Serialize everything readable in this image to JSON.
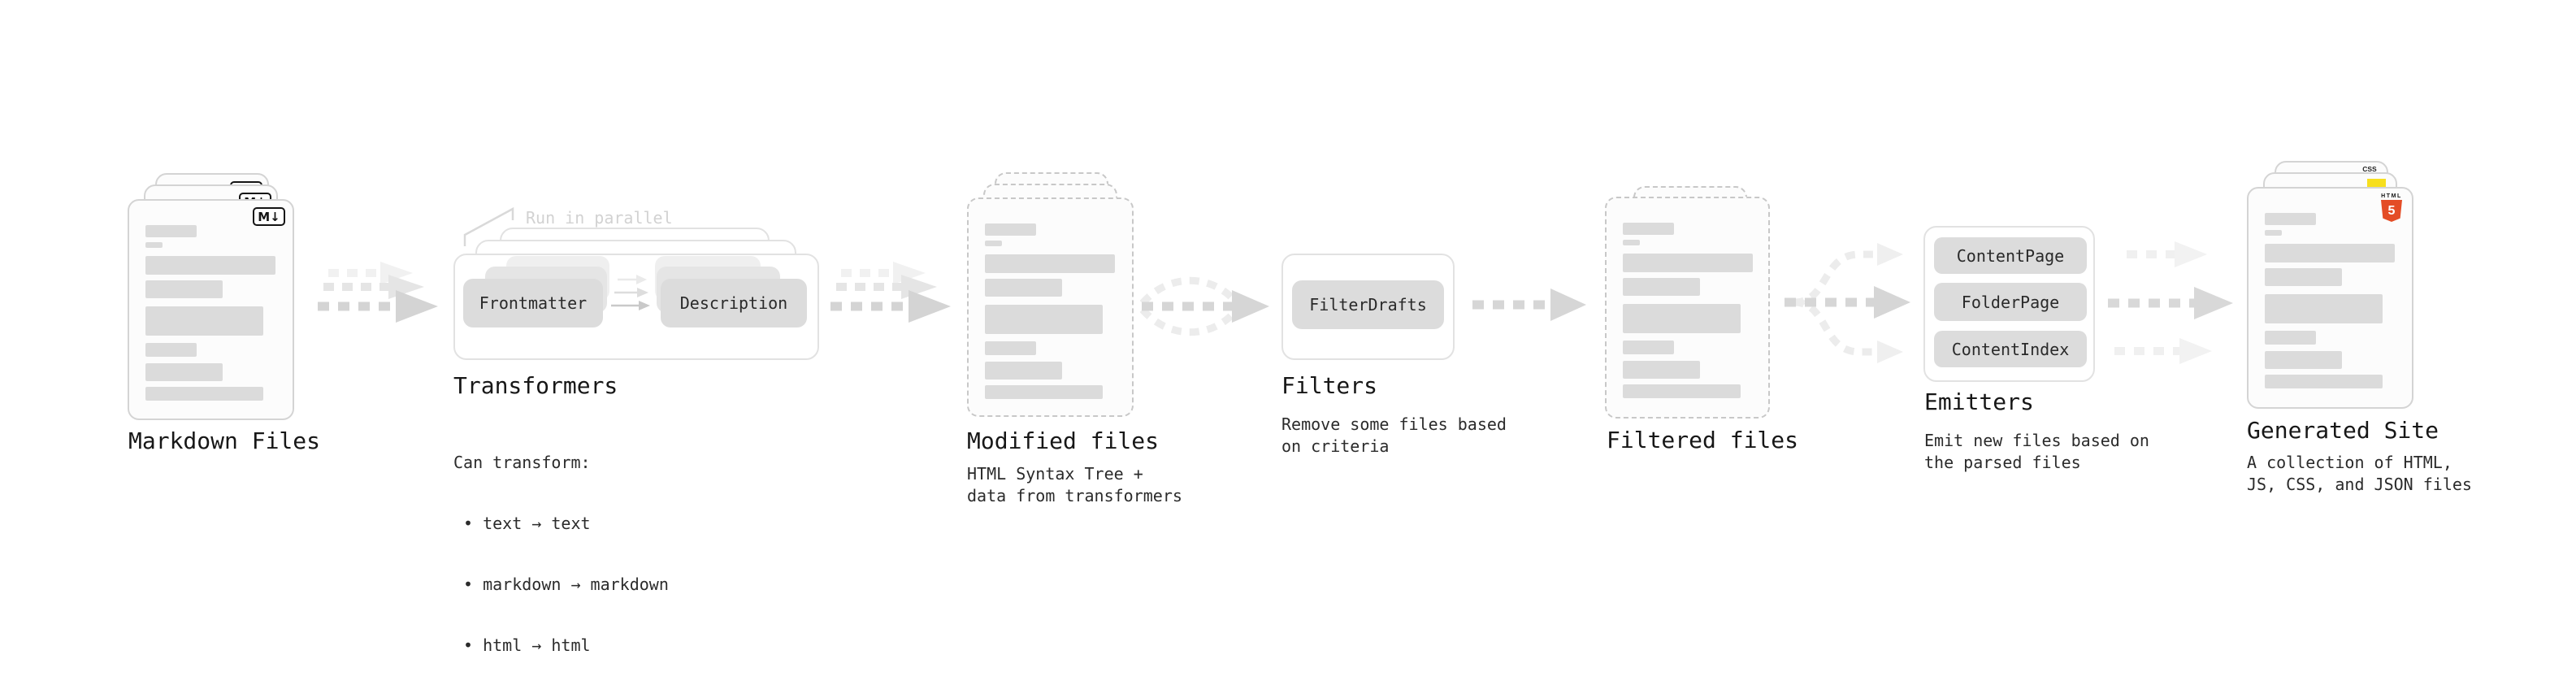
{
  "stages": {
    "markdown_files": {
      "label": "Markdown Files",
      "badge": "M↓"
    },
    "transformers": {
      "title": "Transformers",
      "annotation": "Run in parallel",
      "left_box": "Frontmatter",
      "right_box": "Description",
      "heading": "Can transform:",
      "bullets": [
        "• text → text",
        "• markdown → markdown",
        "• html → html"
      ]
    },
    "modified_files": {
      "label": "Modified files",
      "description": "HTML Syntax Tree +\ndata from transformers"
    },
    "filters": {
      "title": "Filters",
      "box": "FilterDrafts",
      "description": "Remove some files based\non criteria"
    },
    "filtered_files": {
      "label": "Filtered files"
    },
    "emitters": {
      "title": "Emitters",
      "boxes": [
        "ContentPage",
        "FolderPage",
        "ContentIndex"
      ],
      "description": "Emit new files based on\nthe parsed files"
    },
    "generated_site": {
      "label": "Generated Site",
      "description": "A collection of HTML,\nJS, CSS, and JSON files",
      "badge_html_word": "HTML",
      "badge_html_number": "5",
      "badge_css": "CSS"
    }
  },
  "colors": {
    "html5_orange": "#e44d26",
    "js_yellow": "#f7df1e",
    "css_blue": "#2d6fe0",
    "annotation_gray": "#d2d2d2",
    "arrow_gray": "#d4d4d4"
  }
}
